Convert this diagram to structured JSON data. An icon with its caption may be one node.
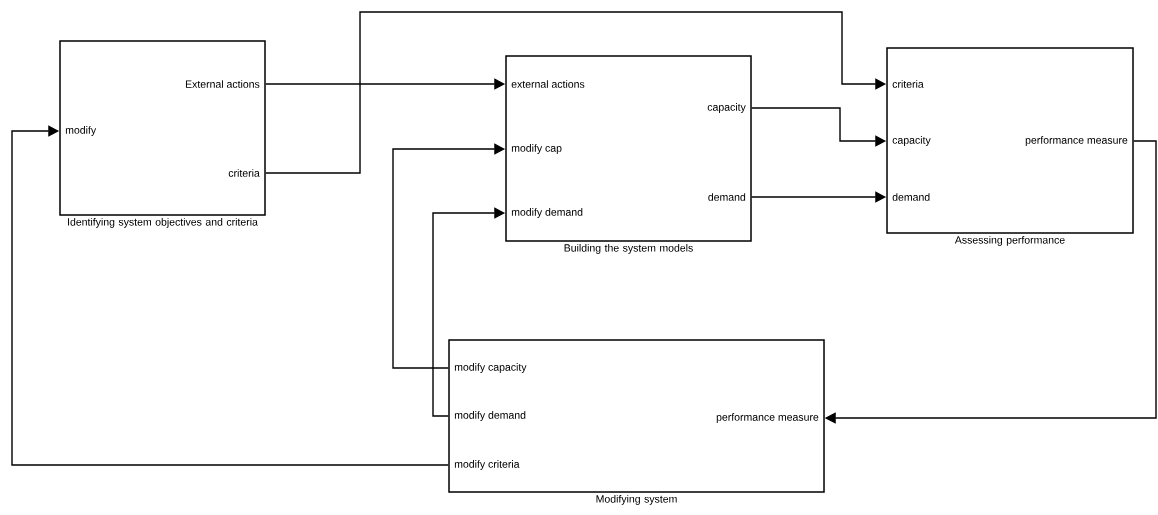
{
  "diagram": {
    "nodes": [
      {
        "text": [
          "Identifying system objectives and criteria"
        ]
      },
      {
        "text": [
          "External actions"
        ],
        "in": 0
      },
      {
        "text": [
          "criteria"
        ],
        "in": 0
      },
      {
        "text": [
          "modify"
        ],
        "in": 0
      },
      {
        "text": [
          "Building the system models"
        ]
      },
      {
        "text": [
          "external actions"
        ],
        "in": 4
      },
      {
        "text": [
          "modify cap"
        ],
        "in": 4
      },
      {
        "text": [
          "modify demand"
        ],
        "in": 4
      },
      {
        "text": [
          "capacity"
        ],
        "in": 4
      },
      {
        "text": [
          "demand"
        ],
        "in": 4
      },
      {
        "text": [
          "Assessing performance"
        ]
      },
      {
        "text": [
          "criteria"
        ],
        "in": 10
      },
      {
        "text": [
          "capacity"
        ],
        "in": 10
      },
      {
        "text": [
          "demand"
        ],
        "in": 10
      },
      {
        "text": [
          "performance measure"
        ],
        "in": 10
      },
      {
        "text": [
          "Modifying system"
        ]
      },
      {
        "text": [
          "modify capacity"
        ],
        "in": 15
      },
      {
        "text": [
          "modify demand"
        ],
        "in": 15
      },
      {
        "text": [
          "modify criteria"
        ],
        "in": 15
      },
      {
        "text": [
          "performance measure"
        ],
        "in": 15
      }
    ],
    "edges": [
      {
        "from": 1,
        "to": 5,
        "arrow": "to"
      },
      {
        "from": 2,
        "to": 11,
        "arrow": "to"
      },
      {
        "from": 8,
        "to": 12,
        "arrow": "to"
      },
      {
        "from": 9,
        "to": 13,
        "arrow": "to"
      },
      {
        "from": 14,
        "to": 19,
        "arrow": "to"
      },
      {
        "from": 16,
        "to": 6,
        "arrow": "to"
      },
      {
        "from": 17,
        "to": 7,
        "arrow": "to"
      },
      {
        "from": 18,
        "to": 3,
        "arrow": "to"
      }
    ]
  }
}
